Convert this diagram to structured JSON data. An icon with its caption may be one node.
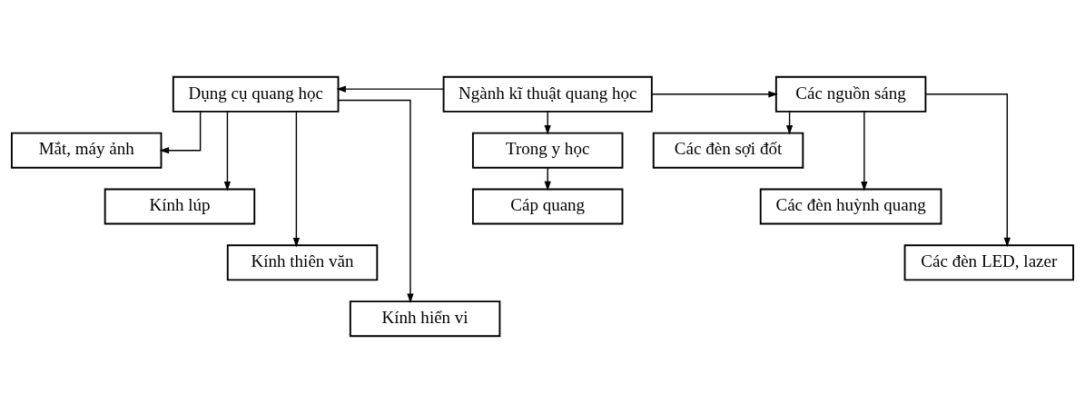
{
  "diagram": {
    "nodes": [
      {
        "text": [
          "Dụng cụ quang học"
        ]
      },
      {
        "text": [
          "Ngành kĩ thuật quang học"
        ]
      },
      {
        "text": [
          "Các nguồn sáng"
        ]
      },
      {
        "text": [
          "Mắt, máy ảnh"
        ]
      },
      {
        "text": [
          "Kính lúp"
        ]
      },
      {
        "text": [
          "Kính thiên văn"
        ]
      },
      {
        "text": [
          "Kính hiển vi"
        ]
      },
      {
        "text": [
          "Trong y học"
        ]
      },
      {
        "text": [
          "Cáp quang"
        ]
      },
      {
        "text": [
          "Các đèn sợi đốt"
        ]
      },
      {
        "text": [
          "Các đèn huỳnh quang"
        ]
      },
      {
        "text": [
          "Các đèn LED, lazer"
        ]
      }
    ],
    "edges": [
      {
        "from": 1,
        "to": 0,
        "arrow": "to"
      },
      {
        "from": 1,
        "to": 2,
        "arrow": "to"
      },
      {
        "from": 1,
        "to": 7,
        "arrow": "to"
      },
      {
        "from": 7,
        "to": 8,
        "arrow": "to"
      },
      {
        "from": 0,
        "to": 3,
        "arrow": "to"
      },
      {
        "from": 0,
        "to": 4,
        "arrow": "to"
      },
      {
        "from": 0,
        "to": 5,
        "arrow": "to"
      },
      {
        "from": 0,
        "to": 6,
        "arrow": "to"
      },
      {
        "from": 2,
        "to": 9,
        "arrow": "to"
      },
      {
        "from": 2,
        "to": 10,
        "arrow": "to"
      },
      {
        "from": 2,
        "to": 11,
        "arrow": "to"
      }
    ]
  }
}
